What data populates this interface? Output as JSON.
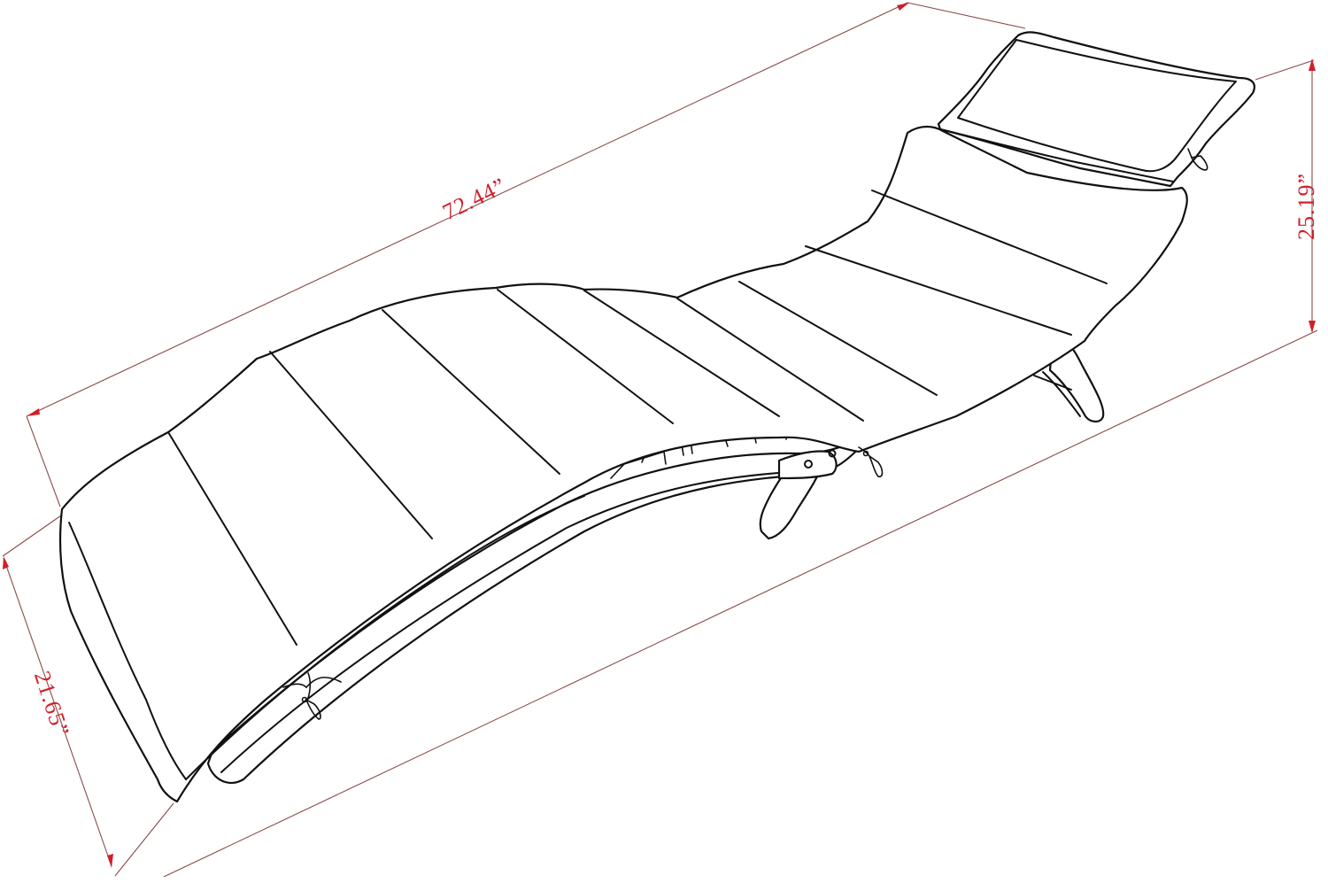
{
  "diagram": {
    "subject": "Folding chaise lounge chair with cushion and headrest pillow",
    "style": "black line drawing on white",
    "colors": {
      "line": "#111111",
      "dimension_line": "#8a4b4b",
      "dimension_text": "#d11f2a",
      "background": "#ffffff"
    },
    "dimensions": {
      "length": {
        "label": "72.44”",
        "value": 72.44,
        "unit": "in"
      },
      "height": {
        "label": "25.19”",
        "value": 25.19,
        "unit": "in"
      },
      "width": {
        "label": "21.65”",
        "value": 21.65,
        "unit": "in"
      }
    },
    "parts": [
      "headrest-pillow",
      "cushion",
      "cushion-tufting-lines",
      "wooden-frame",
      "slats",
      "pivot-bolts",
      "front-leg",
      "rear-leg",
      "tie-strings"
    ]
  }
}
